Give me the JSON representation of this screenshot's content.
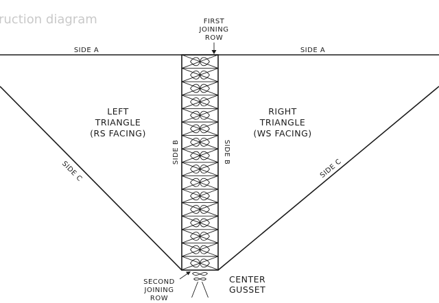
{
  "title": "ruction diagram",
  "labels": {
    "first_joining_row": [
      "FIRST",
      "JOINING",
      "ROW"
    ],
    "side_a_left": "SIDE A",
    "side_a_right": "SIDE A",
    "left_triangle": [
      "LEFT",
      "TRIANGLE",
      "(RS FACING)"
    ],
    "right_triangle": [
      "RIGHT",
      "TRIANGLE",
      "(WS FACING)"
    ],
    "side_b_left": "SIDE B",
    "side_b_right": "SIDE B",
    "side_c_left": "SIDE C",
    "side_c_right": "SIDE C",
    "second_joining_row": [
      "SECOND",
      "JOINING",
      "ROW"
    ],
    "center_gusset": [
      "CENTER",
      "GUSSET"
    ]
  },
  "colors": {
    "ink": "#1a1a1a",
    "title": "#c9c9c9",
    "background": "#ffffff"
  }
}
